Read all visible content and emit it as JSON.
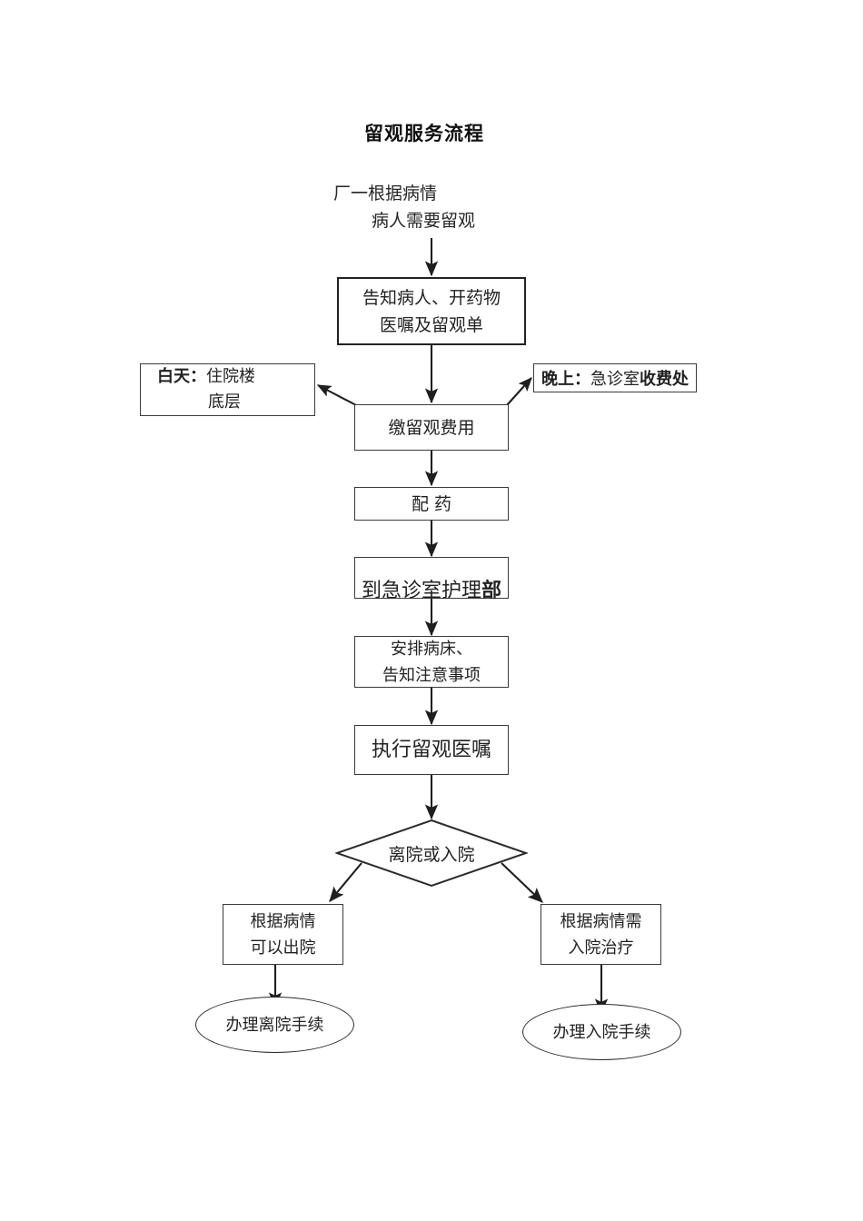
{
  "document": {
    "title": "留观服务流程",
    "background_color": "#ffffff",
    "ink_color": "#222222"
  },
  "intro": {
    "line1": "厂一根据病情",
    "line2": "病人需要留观"
  },
  "nodes": {
    "inform_patient": {
      "label": "告知病人、开药物\n医嘱及留观单",
      "shape": "rectangle"
    },
    "daytime_location": {
      "prefix": "白天：",
      "line1_rest": "住院楼",
      "line2": "底层",
      "shape": "rectangle"
    },
    "night_location": {
      "prefix": "晚上：",
      "middle": "急诊室",
      "suffix": "收费处",
      "shape": "rectangle"
    },
    "pay_fee": {
      "label": "缴留观费用",
      "shape": "rectangle"
    },
    "dispense_medicine": {
      "label": "配 药",
      "shape": "rectangle"
    },
    "go_to_nursing": {
      "prefix": "到急诊室护理",
      "bold_suffix": "部",
      "shape": "rectangle"
    },
    "arrange_bed": {
      "label": "安排病床、\n告知注意事项",
      "shape": "rectangle"
    },
    "execute_orders": {
      "label": "执行留观医嘱",
      "shape": "rectangle"
    },
    "decision": {
      "label": "离院或入院",
      "shape": "diamond"
    },
    "can_discharge": {
      "label": "根据病情\n可以出院",
      "shape": "rectangle"
    },
    "need_admission": {
      "label": "根据病情需\n入院治疗",
      "shape": "rectangle"
    },
    "discharge_procedure": {
      "label": "办理离院手续",
      "shape": "ellipse"
    },
    "admission_procedure": {
      "label": "办理入院手续",
      "shape": "ellipse"
    }
  }
}
